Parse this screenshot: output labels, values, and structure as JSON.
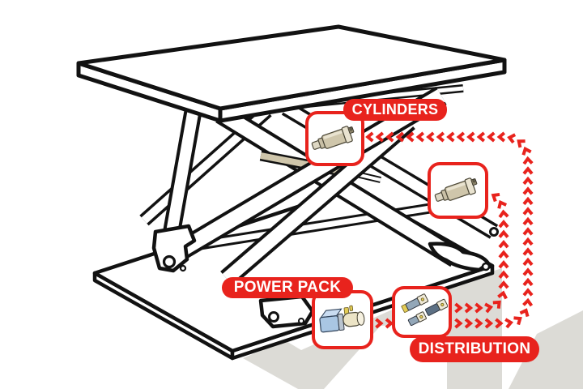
{
  "labels": {
    "cylinders": "CYLINDERS",
    "power_pack": "POWER PACK",
    "distribution": "DISTRIBUTION"
  },
  "colors": {
    "accent_red": "#e8231d",
    "ink_black": "#121212",
    "shadow_gray": "#dcdbd6",
    "cylinder_body": "#cfc6ab",
    "cylinder_cap": "#e9e3d0",
    "motor_blue": "#a9c6e3",
    "tank_beige": "#ece4c6",
    "valve_steel": "#93a7b8",
    "valve_steel_dark": "#5c7084",
    "valve_cream": "#efe9d6",
    "valve_yellow": "#e3cc55"
  },
  "icons": {
    "upper_cylinder": "cylinder-icon",
    "lower_cylinder": "cylinder-icon",
    "power_pack": "power-pack-icon",
    "distribution": "distribution-valves-icon"
  }
}
